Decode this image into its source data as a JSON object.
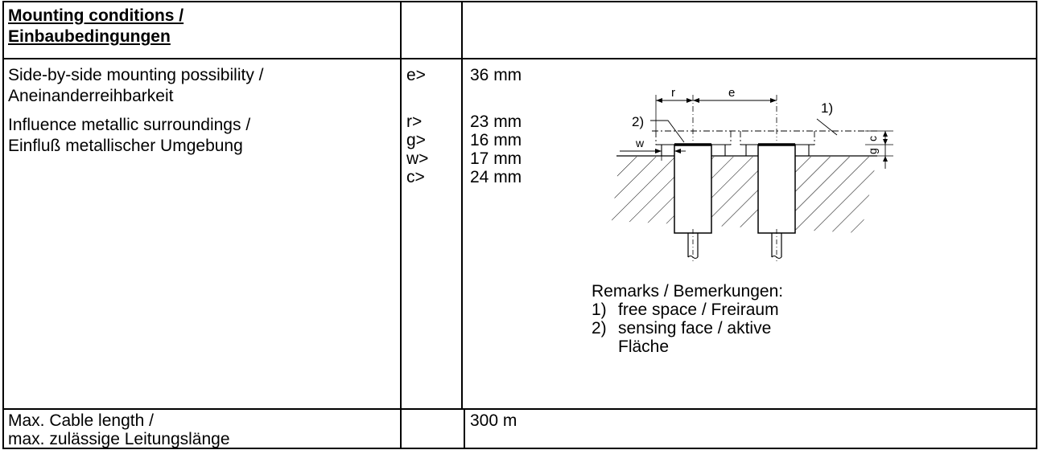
{
  "header": {
    "title_line1": "Mounting conditions /",
    "title_line2": "Einbaubedingungen"
  },
  "mounting": {
    "side_by_side_line1": "Side-by-side mounting possibility /",
    "side_by_side_line2": "Aneinanderreihbarkeit",
    "influence_line1": "Influence metallic surroundings /",
    "influence_line2": "Einfluß metallischer Umgebung",
    "params": [
      {
        "symbol": "e>",
        "value": "36 mm"
      },
      {
        "symbol": "r>",
        "value": "23 mm"
      },
      {
        "symbol": "g>",
        "value": "16 mm"
      },
      {
        "symbol": "w>",
        "value": "17 mm"
      },
      {
        "symbol": "c>",
        "value": "24 mm"
      }
    ]
  },
  "diagram": {
    "labels": {
      "r": "r",
      "e": "e",
      "c": "c",
      "g": "g",
      "w": "w",
      "one": "1)",
      "two": "2)"
    }
  },
  "remarks": {
    "title": "Remarks  /  Bemerkungen:",
    "items": [
      {
        "num": "1)",
        "text": "free space  /  Freiraum"
      },
      {
        "num": "2)",
        "text": "sensing face  /  aktive"
      }
    ],
    "item2_cont": "Fläche"
  },
  "cable": {
    "label_line1": "Max. Cable length /",
    "label_line2": "max. zulässige Leitungslänge",
    "value": "300 m"
  }
}
